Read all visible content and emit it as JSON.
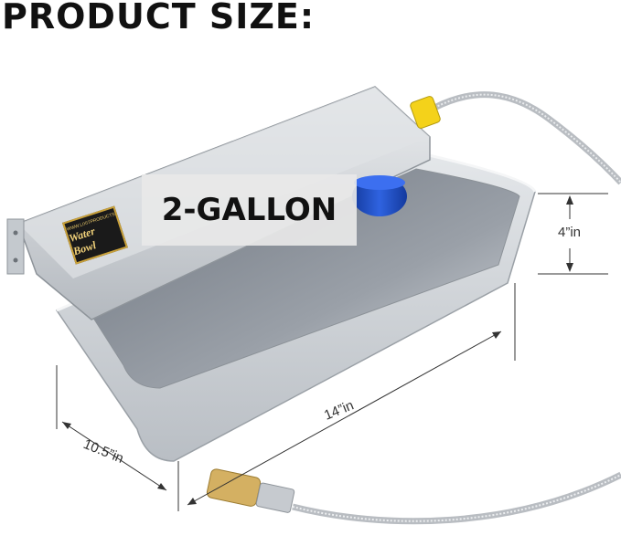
{
  "heading": "PRODUCT SIZE:",
  "capacity": "2-GALLON",
  "dimensions": {
    "height": "4”in",
    "length": "14”in",
    "width": "10.5”in"
  },
  "product_label": {
    "small_text": "WWW.LIXITPRODUCTS",
    "brand": "Water Bowl"
  },
  "colors": {
    "steel": "#c9cdd2",
    "steel_dark": "#8e949a",
    "float_blue": "#1f4fc4",
    "fitting_yellow": "#f4d21a",
    "brass": "#c9a24a"
  }
}
